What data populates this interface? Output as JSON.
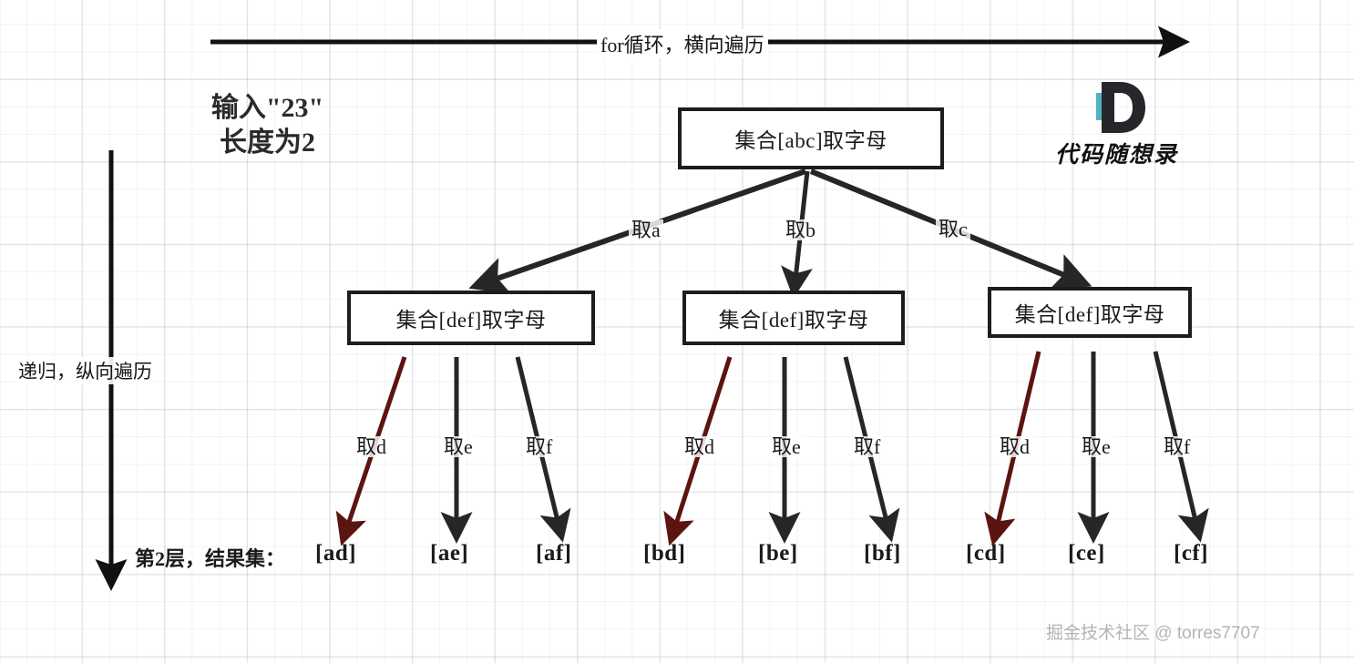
{
  "annotations": {
    "top_arrow_label": "for循环，横向遍历",
    "vertical_arrow_label": "递归，纵向遍历",
    "input_note_line1": "输入\"23\"",
    "input_note_line2": "长度为2",
    "layer_label": "第2层，结果集："
  },
  "tree": {
    "root": {
      "label": "集合[abc]取字母"
    },
    "level2": [
      {
        "label": "集合[def]取字母"
      },
      {
        "label": "集合[def]取字母"
      },
      {
        "label": "集合[def]取字母"
      }
    ],
    "root_edges": [
      {
        "label": "取a"
      },
      {
        "label": "取b"
      },
      {
        "label": "取c"
      }
    ],
    "leaf_edges": [
      {
        "label": "取d"
      },
      {
        "label": "取e"
      },
      {
        "label": "取f"
      },
      {
        "label": "取d"
      },
      {
        "label": "取e"
      },
      {
        "label": "取f"
      },
      {
        "label": "取d"
      },
      {
        "label": "取e"
      },
      {
        "label": "取f"
      }
    ],
    "results": [
      {
        "label": "[ad]"
      },
      {
        "label": "[ae]"
      },
      {
        "label": "[af]"
      },
      {
        "label": "[bd]"
      },
      {
        "label": "[be]"
      },
      {
        "label": "[bf]"
      },
      {
        "label": "[cd]"
      },
      {
        "label": "[ce]"
      },
      {
        "label": "[cf]"
      }
    ]
  },
  "logo": {
    "mark_letter": "D",
    "text": "代码随想录"
  },
  "watermark": {
    "text": "掘金技术社区 @ torres7707"
  },
  "colors": {
    "ink": "#1d1d1d",
    "accent_red": "#5c1410",
    "logo_teal": "#4fb3bf",
    "grid": "#e8e8e8",
    "watermark": "#b4b4b4"
  }
}
